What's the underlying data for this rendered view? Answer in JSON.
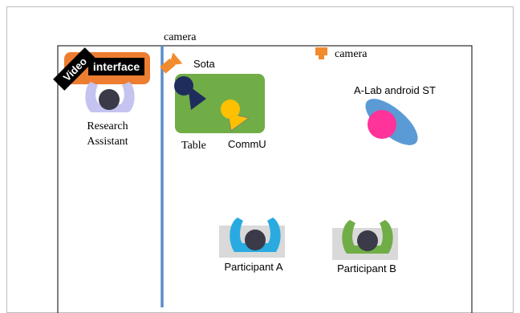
{
  "labels": {
    "camera_top": "camera",
    "camera_right": "camera",
    "video": "Video",
    "interface": "interface",
    "research_assistant_line1": "Research",
    "research_assistant_line2": "Assistant",
    "sota": "Sota",
    "table": "Table",
    "commu": "CommU",
    "alab": "A-Lab android ST",
    "participant_a": "Participant A",
    "participant_b": "Participant B"
  },
  "colors": {
    "camera": "#f28a2e",
    "video_box": "#ed7d31",
    "table": "#70ad47",
    "sota": "#1f2d5c",
    "commu": "#ffc000",
    "android_body": "#5b9bd5",
    "android_head": "#ff3399",
    "assistant_arms": "#c5c3ef",
    "participant_a_arms": "#29abe2",
    "participant_b_arms": "#70ad47",
    "head": "#3a3a48",
    "divider": "#5b8ec8",
    "desk": "#d9d9d9"
  }
}
